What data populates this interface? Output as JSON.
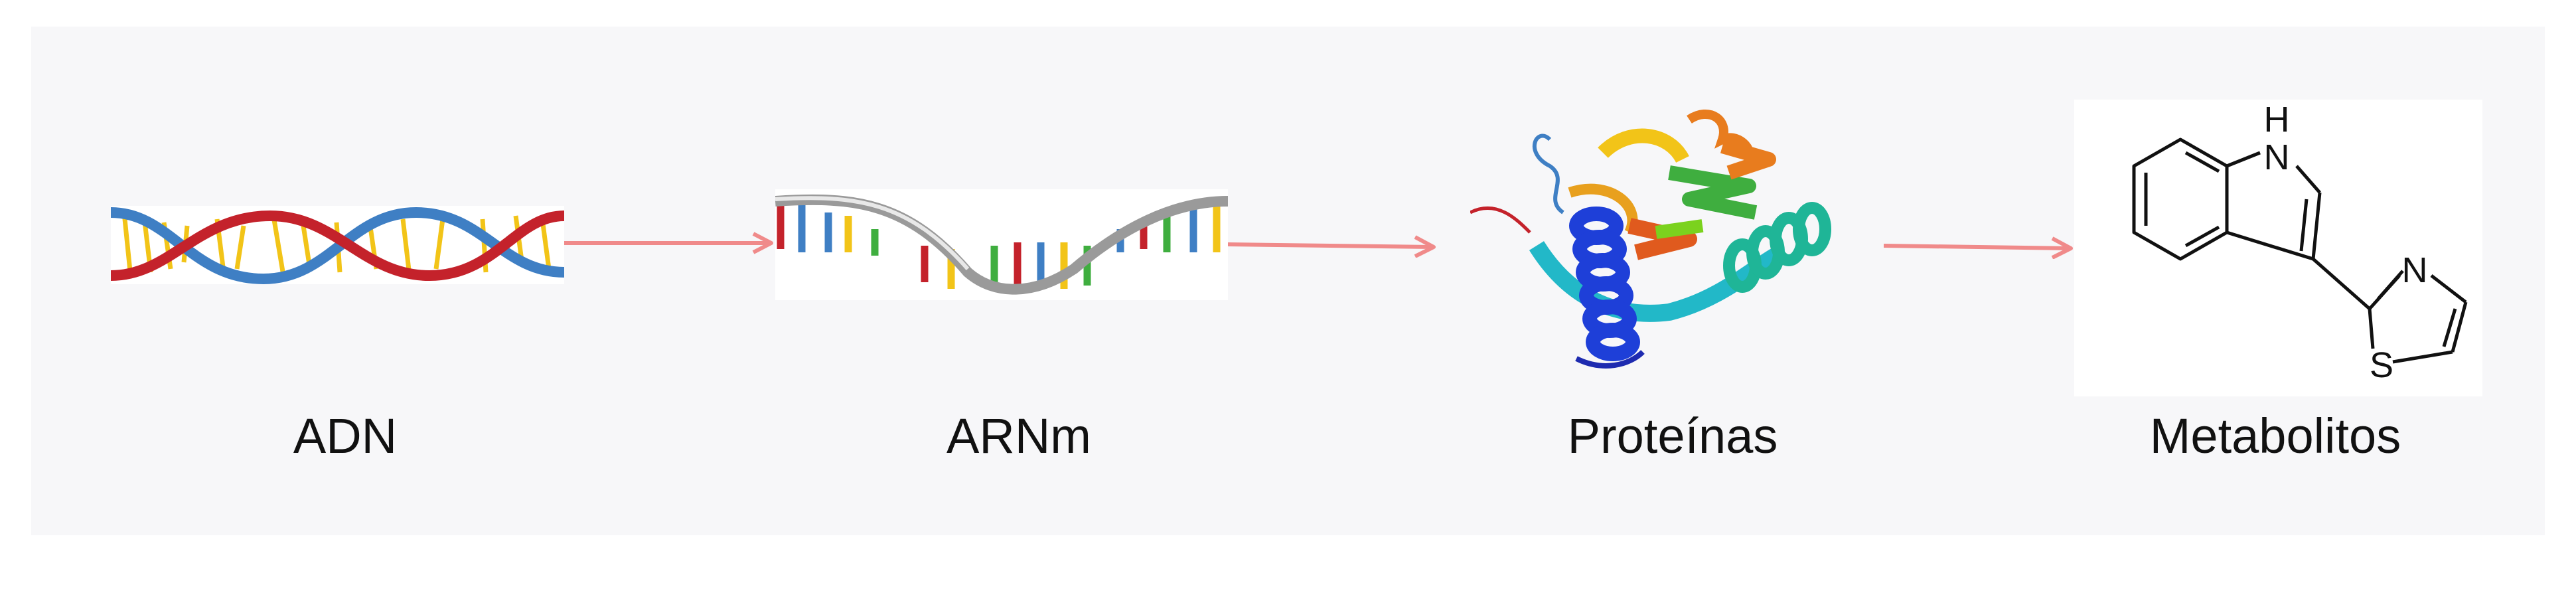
{
  "stages": [
    {
      "label": "ADN",
      "icon": "dna-double-helix-icon"
    },
    {
      "label": "ARNm",
      "icon": "mrna-strand-icon"
    },
    {
      "label": "Proteínas",
      "icon": "protein-structure-icon"
    },
    {
      "label": "Metabolitos",
      "icon": "indole-thiazole-molecule-icon"
    }
  ],
  "molecule_atoms": {
    "nh": "H",
    "n_top": "N",
    "n_ring": "N",
    "s_ring": "S"
  },
  "colors": {
    "panel": "#f7f7f9",
    "arrow": "#f08a8a",
    "dna_red": "#c4222b",
    "dna_blue": "#3f7fc4",
    "dna_yellow": "#f2c418"
  }
}
